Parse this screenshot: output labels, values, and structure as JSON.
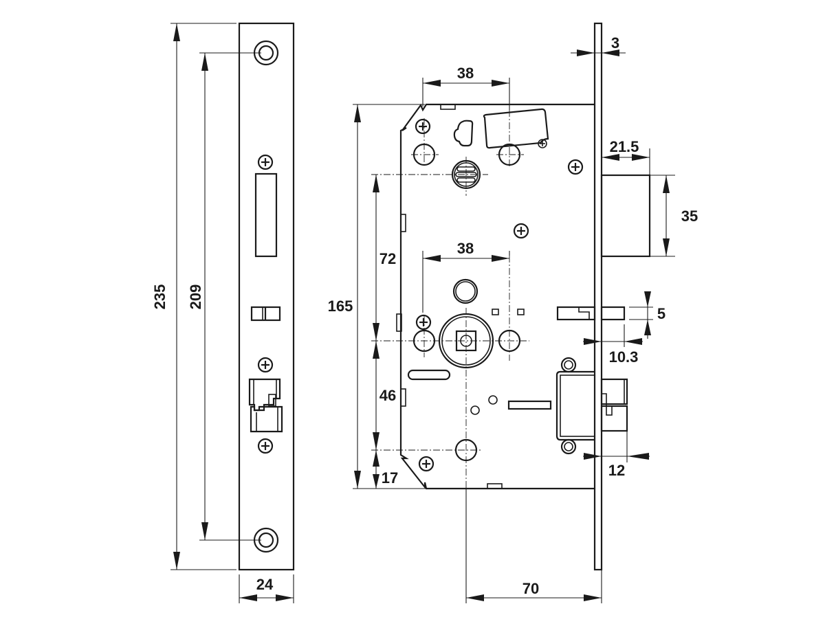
{
  "diagram": {
    "subject": "Mortise lock body with faceplate (technical drawing)",
    "units": "mm",
    "colors": {
      "line": "#1a1a1a",
      "background": "#ffffff"
    },
    "faceplate_view": {
      "dimensions": {
        "overall_height": "235",
        "screw_hole_spacing": "209",
        "width": "24"
      }
    },
    "lock_body_view": {
      "dimensions": {
        "faceplate_thickness": "3",
        "top_centre_spacing": "38",
        "deadbolt_throw": "21.5",
        "deadbolt_height": "35",
        "body_height": "165",
        "upper_spacing": "72",
        "spindle_spacing": "38",
        "latch_height": "5",
        "latch_throw": "10.3",
        "lower_spacing": "46",
        "bottom_offset": "17",
        "backset": "70",
        "latchbolt_throw": "12"
      }
    }
  }
}
